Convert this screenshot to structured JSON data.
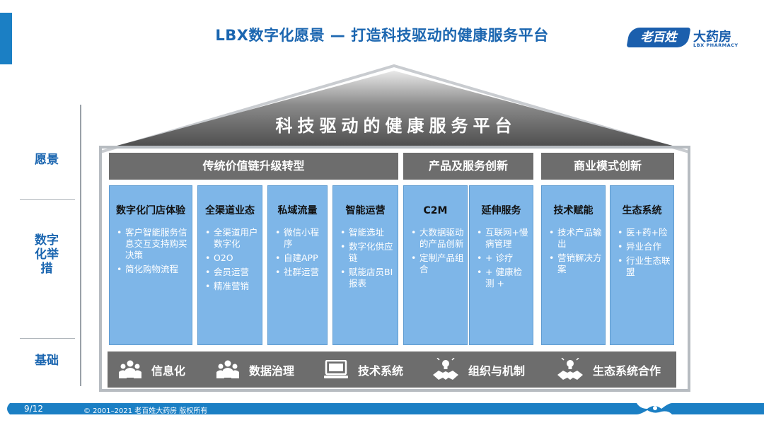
{
  "header": {
    "title": "LBX数字化愿景 — 打造科技驱动的健康服务平台",
    "logo_badge": "老百姓",
    "logo_cn": "大药房",
    "logo_en": "LBX PHARMACY"
  },
  "side_labels": {
    "vision": "愿景",
    "measures": "数字化举措",
    "foundation": "基础"
  },
  "roof_title": "科技驱动的健康服务平台",
  "categories": [
    "传统价值链升级转型",
    "产品及服务创新",
    "商业模式创新"
  ],
  "columns": [
    {
      "title": "数字化门店体验",
      "items": [
        "客户智能服务信息交互支持购买决策",
        "简化购物流程"
      ]
    },
    {
      "title": "全渠道业态",
      "items": [
        "全渠道用户数字化",
        "O2O",
        "会员运营",
        "精准营销"
      ]
    },
    {
      "title": "私域流量",
      "items": [
        "微信小程序",
        "自建APP",
        "社群运营"
      ]
    },
    {
      "title": "智能运营",
      "items": [
        "智能选址",
        "数字化供应链",
        "赋能店员BI报表"
      ]
    },
    {
      "title": "C2M",
      "items": [
        "大数据驱动的产品创新",
        "定制产品组合"
      ]
    },
    {
      "title": "延伸服务",
      "items": [
        "互联网+慢病管理",
        "+ 诊疗",
        "+ 健康检测 +"
      ]
    },
    {
      "title": "技术赋能",
      "items": [
        "技术产品输出",
        "营销解决方案"
      ]
    },
    {
      "title": "生态系统",
      "items": [
        "医+药+险",
        "异业合作",
        "行业生态联盟"
      ]
    }
  ],
  "foundation": [
    {
      "label": "信息化",
      "icon": "people-group-icon"
    },
    {
      "label": "数据治理",
      "icon": "people-group-icon"
    },
    {
      "label": "技术系统",
      "icon": "computer-icon"
    },
    {
      "label": "组织与机制",
      "icon": "handshake-lightbulb-icon"
    },
    {
      "label": "生态系统合作",
      "icon": "handshake-lightbulb-icon"
    }
  ],
  "footer": {
    "page": "9/12",
    "copyright": "© 2001–2021 老百姓大药房 版权所有"
  },
  "colors": {
    "brand_blue": "#1b66b0",
    "accent_blue": "#1b7fc4",
    "column_blue": "#7eb6e8",
    "dark_gray": "#6d6d6d"
  }
}
